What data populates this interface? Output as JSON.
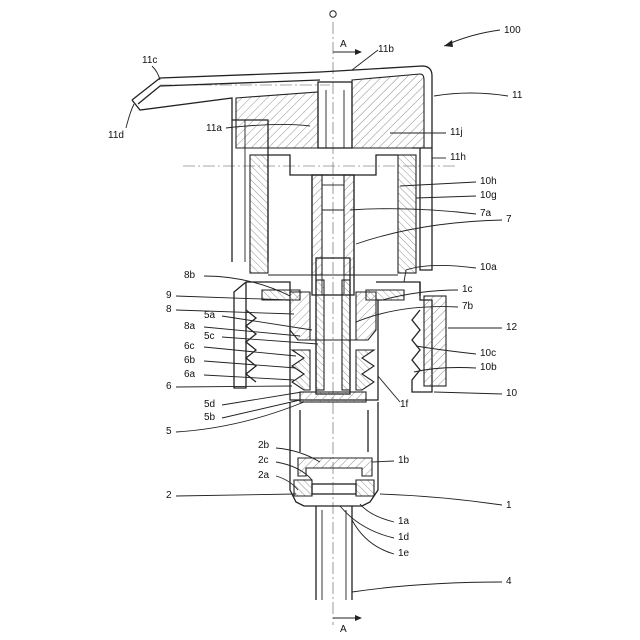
{
  "figure": {
    "figure_number": "100",
    "section_marker": "A",
    "top_mark": "o"
  },
  "labels": [
    {
      "id": "11c",
      "text": "11c"
    },
    {
      "id": "11b",
      "text": "11b"
    },
    {
      "id": "100",
      "text": "100"
    },
    {
      "id": "11",
      "text": "11"
    },
    {
      "id": "11d",
      "text": "11d"
    },
    {
      "id": "11a",
      "text": "11a"
    },
    {
      "id": "11j",
      "text": "11j"
    },
    {
      "id": "11h",
      "text": "11h"
    },
    {
      "id": "10h",
      "text": "10h"
    },
    {
      "id": "10g",
      "text": "10g"
    },
    {
      "id": "7a",
      "text": "7a"
    },
    {
      "id": "7",
      "text": "7"
    },
    {
      "id": "10a",
      "text": "10a"
    },
    {
      "id": "8b",
      "text": "8b"
    },
    {
      "id": "1c",
      "text": "1c"
    },
    {
      "id": "9",
      "text": "9"
    },
    {
      "id": "8",
      "text": "8"
    },
    {
      "id": "7b",
      "text": "7b"
    },
    {
      "id": "5a",
      "text": "5a"
    },
    {
      "id": "8a",
      "text": "8a"
    },
    {
      "id": "12",
      "text": "12"
    },
    {
      "id": "5c",
      "text": "5c"
    },
    {
      "id": "6c",
      "text": "6c"
    },
    {
      "id": "10c",
      "text": "10c"
    },
    {
      "id": "6b",
      "text": "6b"
    },
    {
      "id": "10b",
      "text": "10b"
    },
    {
      "id": "6a",
      "text": "6a"
    },
    {
      "id": "6",
      "text": "6"
    },
    {
      "id": "10",
      "text": "10"
    },
    {
      "id": "5d",
      "text": "5d"
    },
    {
      "id": "1f",
      "text": "1f"
    },
    {
      "id": "5b",
      "text": "5b"
    },
    {
      "id": "5",
      "text": "5"
    },
    {
      "id": "2b",
      "text": "2b"
    },
    {
      "id": "2c",
      "text": "2c"
    },
    {
      "id": "1b",
      "text": "1b"
    },
    {
      "id": "2a",
      "text": "2a"
    },
    {
      "id": "2",
      "text": "2"
    },
    {
      "id": "1",
      "text": "1"
    },
    {
      "id": "1a",
      "text": "1a"
    },
    {
      "id": "1d",
      "text": "1d"
    },
    {
      "id": "1e",
      "text": "1e"
    },
    {
      "id": "4",
      "text": "4"
    }
  ]
}
